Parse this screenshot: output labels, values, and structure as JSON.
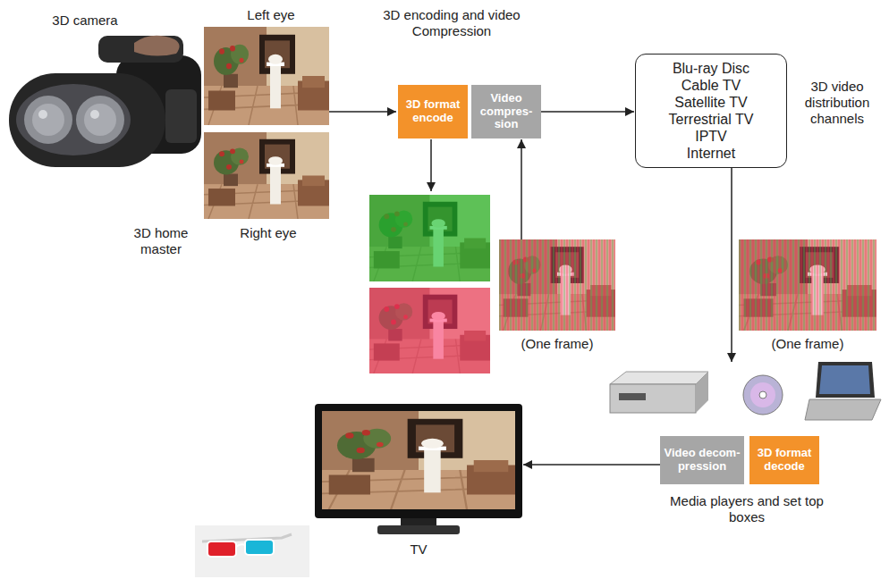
{
  "diagram": {
    "nodes": [
      {
        "text": [
          "3D format encode"
        ]
      },
      {
        "text": [
          "Video compres- sion"
        ]
      },
      {
        "text": [
          "Blu-ray Disc",
          "Cable TV",
          "Satellite TV",
          "Terrestrial TV",
          "IPTV",
          "Internet"
        ]
      },
      {
        "text": [
          "(One frame)"
        ]
      },
      {
        "text": [
          "(One frame)"
        ]
      },
      {
        "text": [
          "Video decom- pression"
        ]
      },
      {
        "text": [
          "3D format decode"
        ]
      },
      {
        "text": [
          "TV"
        ]
      }
    ],
    "edges": [
      {
        "from": 3,
        "to": 1,
        "arrow": "to"
      },
      {
        "from": 1,
        "to": 2,
        "arrow": "to"
      },
      {
        "from": 5,
        "to": 7,
        "arrow": "to"
      }
    ],
    "labels": [
      "3D camera",
      "Left eye",
      "3D encoding and video Compression",
      "3D video distribution channels",
      "3D home master",
      "Right eye",
      "Media players and set top boxes"
    ]
  }
}
